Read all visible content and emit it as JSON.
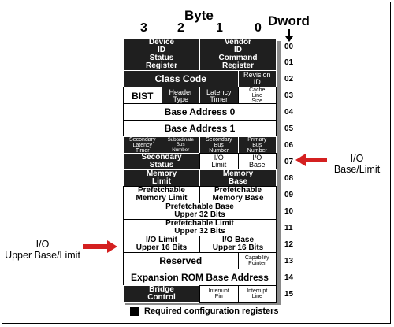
{
  "header": {
    "byte_label": "Byte",
    "dword_label": "Dword",
    "byte_columns": [
      "3",
      "2",
      "1",
      "0"
    ]
  },
  "rows": [
    {
      "offset": "00",
      "cells": [
        {
          "text": "Device\nID",
          "span": 2,
          "req": true
        },
        {
          "text": "Vendor\nID",
          "span": 2,
          "req": true
        }
      ]
    },
    {
      "offset": "01",
      "cells": [
        {
          "text": "Status\nRegister",
          "span": 2,
          "req": true
        },
        {
          "text": "Command\nRegister",
          "span": 2,
          "req": true
        }
      ]
    },
    {
      "offset": "02",
      "cells": [
        {
          "text": "Class Code",
          "span": 3,
          "req": true
        },
        {
          "text": "Revision\nID",
          "span": 1,
          "req": true
        }
      ]
    },
    {
      "offset": "03",
      "cells": [
        {
          "text": "BIST",
          "span": 1,
          "req": false
        },
        {
          "text": "Header\nType",
          "span": 1,
          "req": true
        },
        {
          "text": "Latency\nTimer",
          "span": 1,
          "req": true
        },
        {
          "text": "Cache\nLine\nSize",
          "span": 1,
          "req": false
        }
      ]
    },
    {
      "offset": "04",
      "cells": [
        {
          "text": "Base Address 0",
          "span": 4,
          "req": false
        }
      ]
    },
    {
      "offset": "05",
      "cells": [
        {
          "text": "Base Address 1",
          "span": 4,
          "req": false
        }
      ]
    },
    {
      "offset": "06",
      "cells": [
        {
          "text": "Secondary\nLatency\nTimer",
          "span": 1,
          "req": true
        },
        {
          "text": "Subordinate\nBus\nNumber",
          "span": 1,
          "req": true
        },
        {
          "text": "Secondary\nBus\nNumber",
          "span": 1,
          "req": true
        },
        {
          "text": "Primary\nBus\nNumber",
          "span": 1,
          "req": true
        }
      ]
    },
    {
      "offset": "07",
      "cells": [
        {
          "text": "Secondary\nStatus",
          "span": 2,
          "req": true
        },
        {
          "text": "I/O\nLimit",
          "span": 1,
          "req": false
        },
        {
          "text": "I/O\nBase",
          "span": 1,
          "req": false
        }
      ]
    },
    {
      "offset": "08",
      "cells": [
        {
          "text": "Memory\nLimit",
          "span": 2,
          "req": true
        },
        {
          "text": "Memory\nBase",
          "span": 2,
          "req": true
        }
      ]
    },
    {
      "offset": "09",
      "cells": [
        {
          "text": "Prefetchable\nMemory Limit",
          "span": 2,
          "req": false
        },
        {
          "text": "Prefetchable\nMemory Base",
          "span": 2,
          "req": false
        }
      ]
    },
    {
      "offset": "10",
      "cells": [
        {
          "text": "Prefetchable Base\nUpper 32 Bits",
          "span": 4,
          "req": false
        }
      ]
    },
    {
      "offset": "11",
      "cells": [
        {
          "text": "Prefetchable Limit\nUpper 32 Bits",
          "span": 4,
          "req": false
        }
      ]
    },
    {
      "offset": "12",
      "cells": [
        {
          "text": "I/O Limit\nUpper 16 Bits",
          "span": 2,
          "req": false
        },
        {
          "text": "I/O Base\nUpper 16 Bits",
          "span": 2,
          "req": false
        }
      ]
    },
    {
      "offset": "13",
      "cells": [
        {
          "text": "Reserved",
          "span": 3,
          "req": false
        },
        {
          "text": "Capability\nPointer",
          "span": 1,
          "req": false
        }
      ]
    },
    {
      "offset": "14",
      "cells": [
        {
          "text": "Expansion ROM Base Address",
          "span": 4,
          "req": false
        }
      ]
    },
    {
      "offset": "15",
      "cells": [
        {
          "text": "Bridge\nControl",
          "span": 2,
          "req": true
        },
        {
          "text": "Interrupt\nPin",
          "span": 1,
          "req": false
        },
        {
          "text": "Interrupt\nLine",
          "span": 1,
          "req": false
        }
      ]
    }
  ],
  "callouts": {
    "io_base_limit": {
      "line1": "I/O",
      "line2": "Base/Limit"
    },
    "io_upper_base_limit": {
      "line1": "I/O",
      "line2": "Upper Base/Limit"
    }
  },
  "legend": {
    "label": "Required configuration registers"
  },
  "colors": {
    "required_fill": "#1f1f1f",
    "optional_fill": "#ffffff",
    "arrow": "#d42020",
    "shade": "#8a8a8a"
  }
}
